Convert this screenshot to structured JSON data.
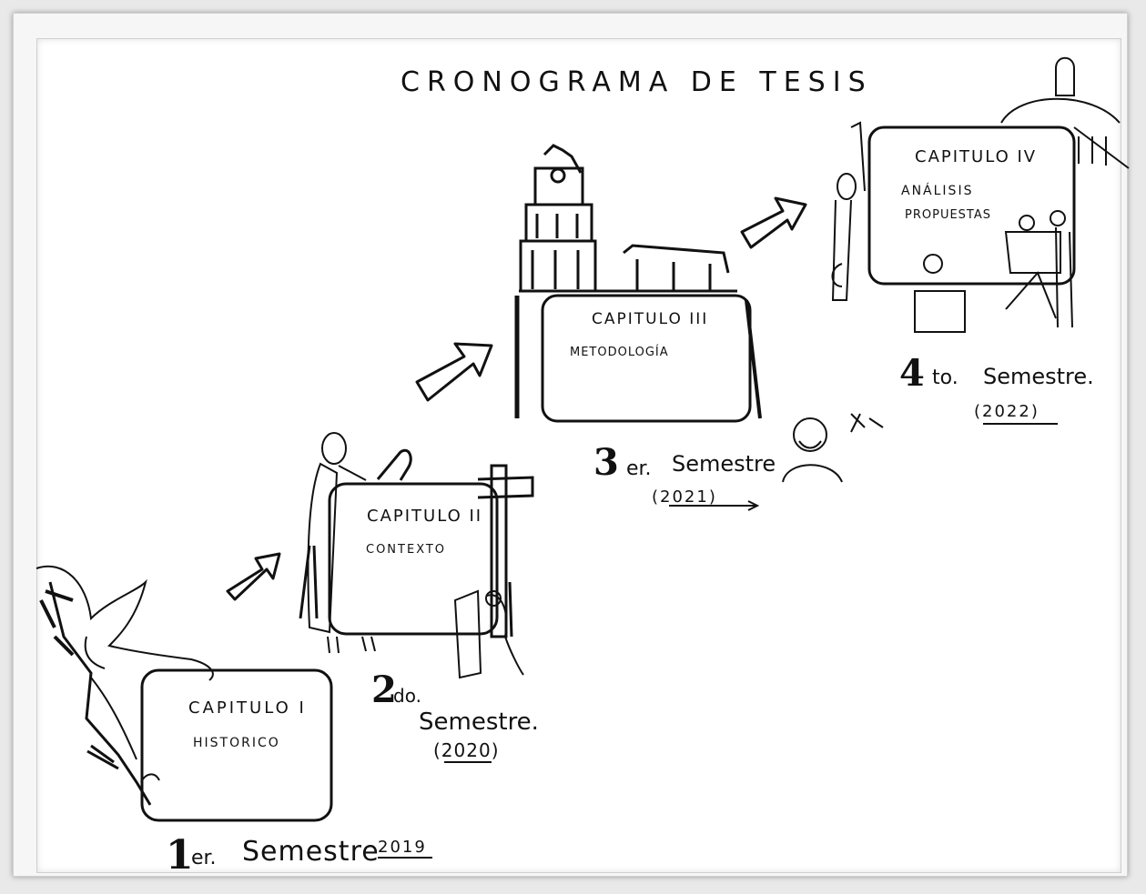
{
  "title": "CRONOGRAMA DE TESIS",
  "stages": [
    {
      "chapter": "CAPITULO I",
      "subtitle": "HISTORICO",
      "ordinal_num": "1",
      "ordinal_suffix": "er.",
      "semester_word": "Semestre",
      "year": "2019"
    },
    {
      "chapter": "CAPITULO II",
      "subtitle": "CONTEXTO",
      "ordinal_num": "2",
      "ordinal_suffix": "do.",
      "semester_word": "Semestre.",
      "year": "(2020)"
    },
    {
      "chapter": "CAPITULO III",
      "subtitle": "METODOLOGÍA",
      "ordinal_num": "3",
      "ordinal_suffix": "er.",
      "semester_word": "Semestre",
      "year": "(2021)"
    },
    {
      "chapter": "CAPITULO IV",
      "subtitle_line1": "ANÁLISIS",
      "subtitle_line2": "PROPUESTAS",
      "ordinal_num": "4",
      "ordinal_suffix": "to.",
      "semester_word": "Semestre.",
      "year": "(2022)"
    }
  ],
  "ink_color": "#111111",
  "paper_color": "#ffffff"
}
